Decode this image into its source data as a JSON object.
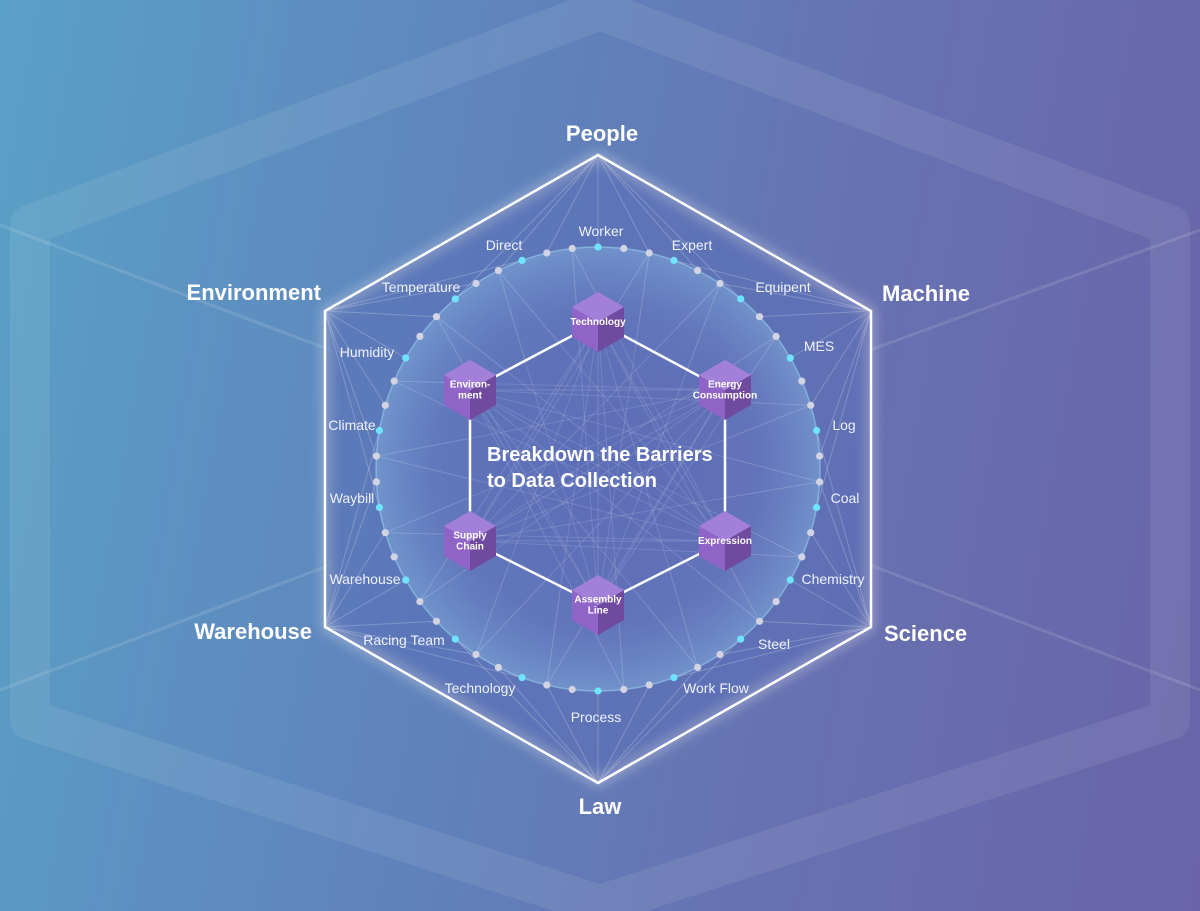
{
  "title_lines": [
    "Breakdown the Barriers",
    "to Data Collection"
  ],
  "corners": {
    "people": "People",
    "machine": "Machine",
    "science": "Science",
    "law": "Law",
    "warehouse": "Warehouse",
    "environment": "Environment"
  },
  "ring_labels": [
    "Worker",
    "Expert",
    "Equipent",
    "MES",
    "Log",
    "Coal",
    "Chemistry",
    "Steel",
    "Work Flow",
    "Process",
    "Technology",
    "Racing Team",
    "Warehouse",
    "Waybill",
    "Climate",
    "Humidity",
    "Temperature",
    "Direct"
  ],
  "nodes": [
    {
      "id": "technology",
      "lines": [
        "Technology"
      ]
    },
    {
      "id": "energy",
      "lines": [
        "Energy",
        "Consumption"
      ]
    },
    {
      "id": "expression",
      "lines": [
        "Expression"
      ]
    },
    {
      "id": "assembly",
      "lines": [
        "Assembly",
        "Line"
      ]
    },
    {
      "id": "supply",
      "lines": [
        "Supply",
        "Chain"
      ]
    },
    {
      "id": "environment",
      "lines": [
        "Environ-",
        "ment"
      ]
    }
  ],
  "colors": {
    "node_top": "#a27fd9",
    "node_left": "#8f64c6",
    "node_right": "#6f4a9e",
    "dot_accent": "#6fe4ff",
    "dot_plain": "#d2d4e4",
    "hexagon": "#ffffff"
  }
}
